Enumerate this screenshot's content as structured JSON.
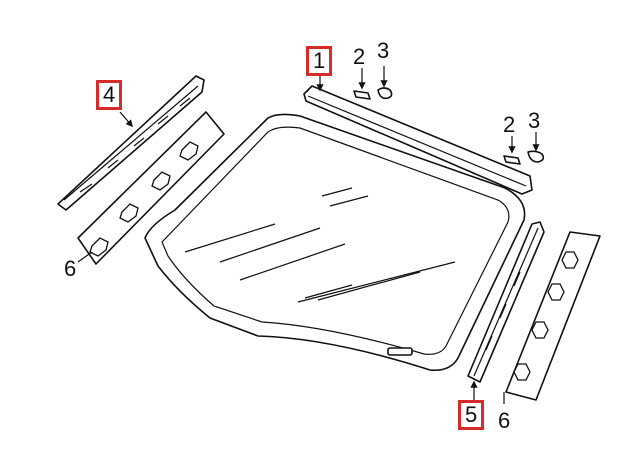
{
  "labels": {
    "p1": "1",
    "p2a": "2",
    "p3a": "3",
    "p2b": "2",
    "p3b": "3",
    "p4": "4",
    "p5": "5",
    "p6a": "6",
    "p6b": "6"
  },
  "highlight_color": "#d52b2b",
  "line_color": "#111111"
}
